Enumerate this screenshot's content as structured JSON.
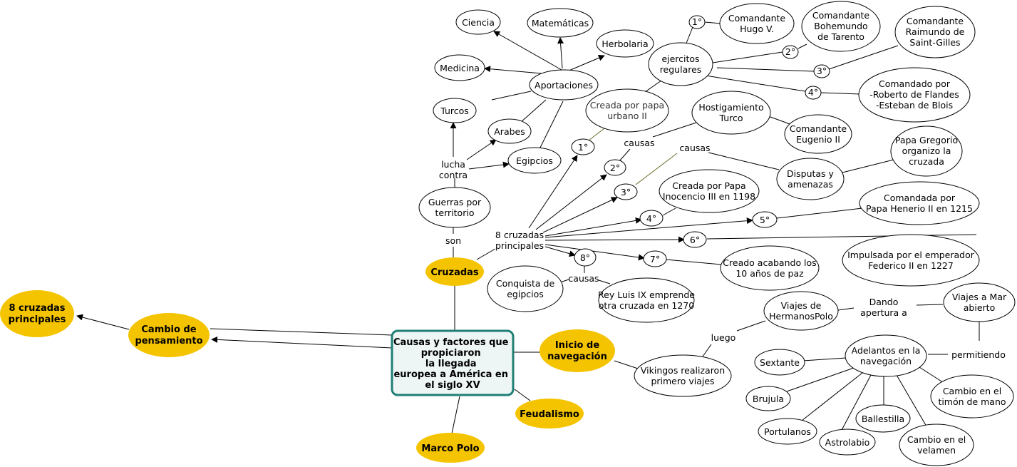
{
  "root": {
    "lines": [
      "Causas y factores que",
      "propiciaron",
      "la llegada",
      "europea a América en",
      "el siglo XV"
    ]
  },
  "topics": {
    "cambio": [
      "Cambio de",
      "pensamiento"
    ],
    "ocho": [
      "8 cruzadas",
      "principales"
    ],
    "cruzadas": [
      "Cruzadas"
    ],
    "inicio": [
      "Inicio de",
      "navegación"
    ],
    "feudalismo": [
      "Feudalismo"
    ],
    "marco": [
      "Marco Polo"
    ]
  },
  "labels": {
    "son": "son",
    "lucha": [
      "lucha",
      "contra"
    ],
    "ocho_cruzadas": [
      "8 cruzadas",
      "principales"
    ],
    "causas_a": "causas",
    "causas_b": "causas",
    "causas_c": "causas",
    "luego": "luego",
    "dando": [
      "Dando",
      "apertura a"
    ],
    "permitiendo": "permitiendo"
  },
  "nodes": {
    "guerras": [
      "Guerras por",
      "territorio"
    ],
    "turcos": [
      "Turcos"
    ],
    "arabes": [
      "Arabes"
    ],
    "egipcios": [
      "Egipcios"
    ],
    "aportaciones": [
      "Aportaciones"
    ],
    "medicina": [
      "Medicina"
    ],
    "ciencia": [
      "Ciencia"
    ],
    "matematicas": [
      "Matemáticas"
    ],
    "herbolaria": [
      "Herbolaria"
    ],
    "creada_urbano": [
      "Creada por papa",
      "urbano II"
    ],
    "ejercitos": [
      "ejercitos",
      "regulares"
    ],
    "hugo": [
      "Comandante",
      "Hugo V."
    ],
    "bohemundo": [
      "Comandante",
      "Bohemundo",
      "de Tarento"
    ],
    "raimundo": [
      "Comandante",
      "Raimundo de",
      "Saint-Gilles"
    ],
    "roberto": [
      "Comandado por",
      "-Roberto de Flandes",
      "-Esteban de Blois"
    ],
    "hostigamiento": [
      "Hostigamiento",
      "Turco"
    ],
    "eugenio": [
      "Comandante",
      "Eugenio II"
    ],
    "disputas": [
      "Disputas y",
      "amenazas"
    ],
    "gregorio": [
      "Papa Gregorio",
      "organizo la",
      "cruzada"
    ],
    "inocencio": [
      "Creada por Papa",
      "Inocencio III en 1198"
    ],
    "henerio": [
      "Comandada por",
      "Papa Henerio II en 1215"
    ],
    "federico": [
      "Impulsada por el emperador",
      "Federico II en 1227"
    ],
    "acabando": [
      "Creado acabando los",
      "10 años de paz"
    ],
    "conquista": [
      "Conquista de",
      "egipcios"
    ],
    "luis": [
      "Rey Luis IX emprende",
      "otra cruzada en 1270"
    ],
    "vikingos": [
      "Vikingos realizaron",
      "primero viajes"
    ],
    "hermanos": [
      "Viajes de",
      "HermanosPolo"
    ],
    "mar": [
      "Viajes a Mar",
      "abierto"
    ],
    "adelantos": [
      "Adelantos en la",
      "navegación"
    ],
    "sextante": [
      "Sextante"
    ],
    "brujula": [
      "Brujula"
    ],
    "portulanos": [
      "Portulanos"
    ],
    "astrolabio": [
      "Astrolabio"
    ],
    "ballestilla": [
      "Ballestilla"
    ],
    "velamen": [
      "Cambio en el",
      "velamen"
    ],
    "timon": [
      "Cambio en el",
      "timón de mano"
    ]
  },
  "ordinals": {
    "c1": "1°",
    "c2": "2°",
    "c3": "3°",
    "c4": "4°",
    "c5": "5°",
    "c6": "6°",
    "c7": "7°",
    "c8": "8°",
    "e1": "1°",
    "e2": "2°",
    "e3": "3°",
    "e4": "4°"
  }
}
